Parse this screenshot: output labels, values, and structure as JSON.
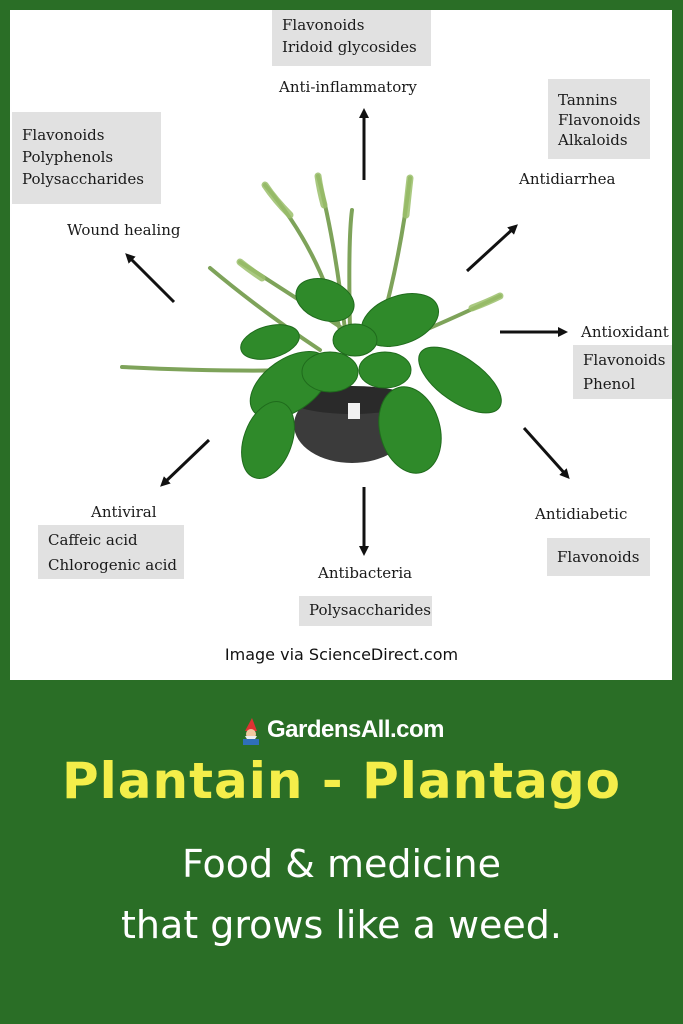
{
  "diagram": {
    "boxes": {
      "top": [
        "Flavonoids",
        "Iridoid glycosides"
      ],
      "top_left": [
        "Flavonoids",
        "Polyphenols",
        "Polysaccharides"
      ],
      "top_right": [
        "Tannins",
        "Flavonoids",
        "Alkaloids"
      ],
      "right": [
        "Flavonoids",
        "Phenol"
      ],
      "bottom_right": [
        "Flavonoids"
      ],
      "bottom": [
        "Polysaccharides"
      ],
      "bottom_left": [
        "Caffeic acid",
        "Chlorogenic acid"
      ]
    },
    "labels": {
      "top": "Anti-inflammatory",
      "top_left": "Wound healing",
      "top_right": "Antidiarrhea",
      "right": "Antioxidant",
      "bottom_right": "Antidiabetic",
      "bottom": "Antibacteria",
      "bottom_left": "Antiviral"
    },
    "credit": "Image via ScienceDirect.com"
  },
  "brand": "GardensAll.com",
  "title": "Plantain - Plantago",
  "subtitle_line1": "Food & medicine",
  "subtitle_line2": "that grows like a weed.",
  "colors": {
    "background": "#2a6e26",
    "title": "#f4ee4a",
    "box": "#e1e1e1",
    "leaf": "#2f8a2a"
  }
}
